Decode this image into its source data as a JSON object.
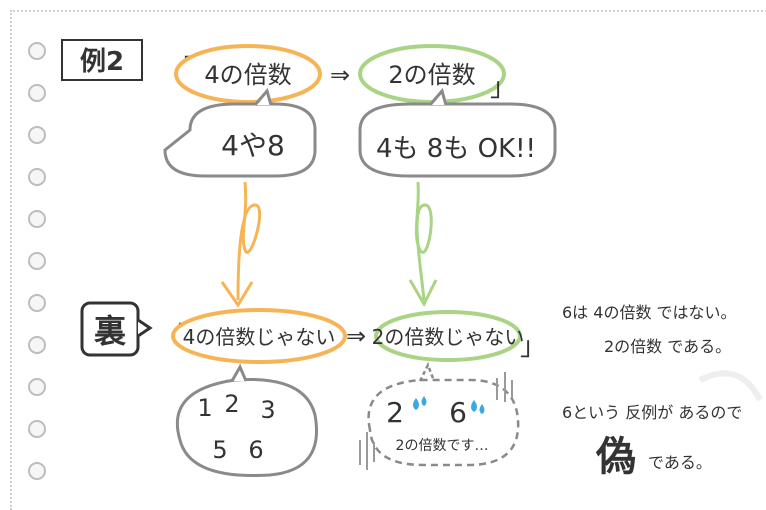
{
  "example_label": "例2",
  "top": {
    "bracket_open": "「",
    "left_box": "4の倍数",
    "implies": "⇒",
    "right_box": "2の倍数",
    "bracket_close": "」"
  },
  "bubbles_top": {
    "left": "4や8",
    "right": "4も 8も OK!!"
  },
  "ura_label": "裏",
  "bottom": {
    "bracket_open": "「",
    "left_box": "4の倍数じゃない",
    "implies": "⇒",
    "right_box": "2の倍数じゃない",
    "bracket_close": "」"
  },
  "bubble_numbers": {
    "n1": "1",
    "n2": "2",
    "n3": "3",
    "n5": "5",
    "n6": "6"
  },
  "bubble_counter": {
    "n2": "2",
    "n6": "6",
    "note": "2の倍数です…"
  },
  "explanation": {
    "line1": "6は 4の倍数 ではない。",
    "line2": "2の倍数 である。",
    "line3": "6という 反例が あるので",
    "big": "偽",
    "line4": "である。"
  },
  "colors": {
    "orange": "#f6b455",
    "green": "#a9d486",
    "gray": "#8a8a8a",
    "blue": "#3aa9e0"
  }
}
